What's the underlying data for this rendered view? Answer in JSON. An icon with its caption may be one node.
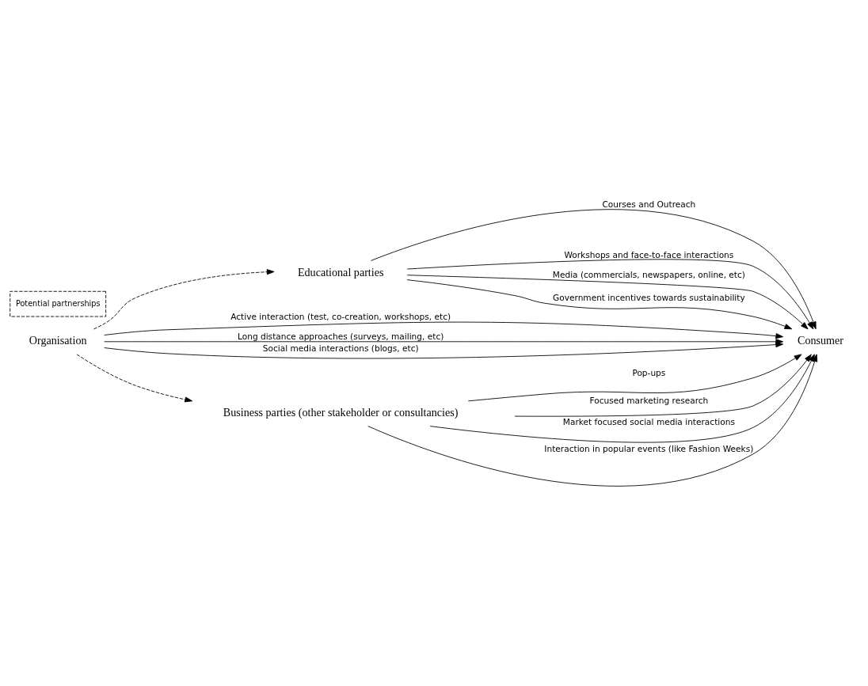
{
  "diagram": {
    "nodes": [
      {
        "text": [
          "Organisation"
        ]
      },
      {
        "text": [
          "Educational parties"
        ]
      },
      {
        "text": [
          "Consumer"
        ]
      },
      {
        "text": [
          "Business parties (other stakeholder or consultancies)"
        ]
      }
    ],
    "edges": [
      {
        "from": 0,
        "to": 1,
        "arrow": "to",
        "style": "dashed"
      },
      {
        "from": 0,
        "to": 3,
        "arrow": "to",
        "style": "dashed"
      },
      {
        "from": 0,
        "to": 2,
        "arrow": "to",
        "label": "Active interaction (test, co-creation, workshops, etc)"
      },
      {
        "from": 0,
        "to": 2,
        "arrow": "to",
        "label": "Long distance approaches (surveys, mailing, etc)"
      },
      {
        "from": 0,
        "to": 2,
        "arrow": "to",
        "label": "Social media interactions (blogs, etc)"
      },
      {
        "from": 1,
        "to": 2,
        "arrow": "to",
        "label": "Courses and Outreach"
      },
      {
        "from": 1,
        "to": 2,
        "arrow": "to",
        "label": "Workshops and face-to-face interactions"
      },
      {
        "from": 1,
        "to": 2,
        "arrow": "to",
        "label": "Media (commercials, newspapers, online, etc)"
      },
      {
        "from": 1,
        "to": 2,
        "arrow": "to",
        "label": "Government incentives towards sustainability"
      },
      {
        "from": 3,
        "to": 2,
        "arrow": "to",
        "label": "Pop-ups"
      },
      {
        "from": 3,
        "to": 2,
        "arrow": "to",
        "label": "Focused marketing research"
      },
      {
        "from": 3,
        "to": 2,
        "arrow": "to",
        "label": "Market focused social media interactions"
      },
      {
        "from": 3,
        "to": 2,
        "arrow": "to",
        "label": "Interaction in popular events (like Fashion Weeks)"
      }
    ],
    "legend": [
      {
        "text": "Potential partnerships"
      }
    ]
  }
}
